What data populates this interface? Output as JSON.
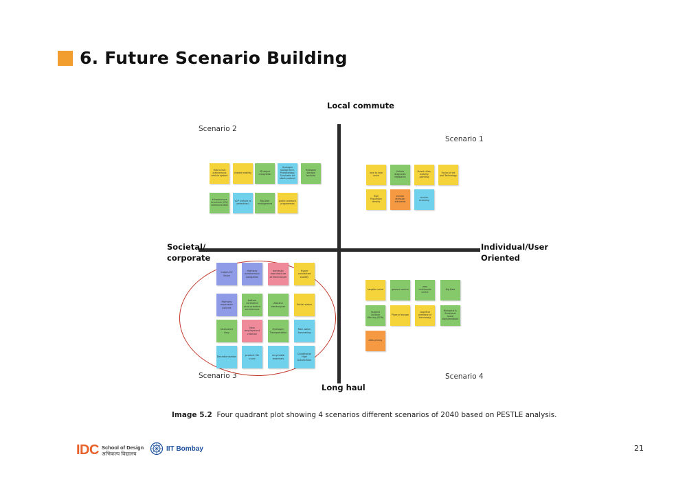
{
  "title": "6. Future Scenario Building",
  "colors": {
    "accent": "#f29e2e",
    "axis": "#2b2b2b",
    "circle": "#c0392b"
  },
  "axes": {
    "top": "Local commute",
    "bottom": "Long haul",
    "left_line1": "Societal/",
    "left_line2": "corporate",
    "right_line1": "Individual/User",
    "right_line2": "Oriented"
  },
  "scenarios": {
    "s1": "Scenario 1",
    "s2": "Scenario 2",
    "s3": "Scenario 3",
    "s4": "Scenario 4"
  },
  "notes": {
    "q2": [
      {
        "text": "Hub to hub autonomous vehicle system",
        "color": "#f5d33a"
      },
      {
        "text": "shared mobility",
        "color": "#f5d33a"
      },
      {
        "text": "3D object recognition",
        "color": "#86c96a"
      },
      {
        "text": "Hydrogen storage tech, Photobiology, Tyre/cabin air stock protocol",
        "color": "#6fd1ec"
      },
      {
        "text": "Hydrogen storage tech/cat",
        "color": "#86c96a"
      },
      {
        "text": "Infrastructure to vehicle (I2V) communication",
        "color": "#86c96a"
      },
      {
        "text": "V2P (vehicle to pedestrian)",
        "color": "#6fd1ec"
      },
      {
        "text": "Big Data management",
        "color": "#86c96a"
      },
      {
        "text": "public outreach programmes",
        "color": "#f5d33a"
      }
    ],
    "q1": [
      {
        "text": "lane to lane route",
        "color": "#f5d33a"
      },
      {
        "text": "Vehicle diagnostic feedbacks",
        "color": "#86c96a"
      },
      {
        "text": "Smart cities, mobility planning",
        "color": "#f5d33a"
      },
      {
        "text": "Fusion of art and Technology",
        "color": "#f5d33a"
      },
      {
        "text": "High Population density",
        "color": "#f5d33a"
      },
      {
        "text": "stricter emission standards",
        "color": "#f59a42"
      },
      {
        "text": "circular economy",
        "color": "#6fd1ec"
      }
    ],
    "q3": [
      {
        "text": "India's EV Vision",
        "color": "#8f9be6"
      },
      {
        "text": "Highway autonomous navigation",
        "color": "#8f9be6"
      },
      {
        "text": "domestic manufacture of Electrolyzer",
        "color": "#ef8a9b"
      },
      {
        "text": "Hyper connected society",
        "color": "#f5d33a"
      },
      {
        "text": "Highway expansion policies",
        "color": "#8f9be6"
      },
      {
        "text": "bottom controlled area oriented architecture",
        "color": "#86c96a"
      },
      {
        "text": "Alkaline electrolyser",
        "color": "#86c96a"
      },
      {
        "text": "Social status",
        "color": "#f5d33a"
      },
      {
        "text": "Dedicated Hwy",
        "color": "#86c96a"
      },
      {
        "text": "New employment creation",
        "color": "#ef8a9b"
      },
      {
        "text": "Hydrogen Transportation",
        "color": "#86c96a"
      },
      {
        "text": "Rain water harvesting",
        "color": "#6fd1ec"
      },
      {
        "text": "Decarbonisation",
        "color": "#6fd1ec"
      },
      {
        "text": "product life cycle",
        "color": "#6fd1ec"
      },
      {
        "text": "recyclable materials",
        "color": "#6fd1ec"
      },
      {
        "text": "Conditional High Automation",
        "color": "#6fd1ec"
      }
    ],
    "q4": [
      {
        "text": "tangible value",
        "color": "#f5d33a"
      },
      {
        "text": "gesture control",
        "color": "#86c96a"
      },
      {
        "text": "zero multimedia centre",
        "color": "#86c96a"
      },
      {
        "text": "Big Data",
        "color": "#86c96a"
      },
      {
        "text": "Forward Collision Warning (FCW)",
        "color": "#86c96a"
      },
      {
        "text": "Place of escape",
        "color": "#f5d33a"
      },
      {
        "text": "Cognitive overdose of technology",
        "color": "#f5d33a"
      },
      {
        "text": "Biological & Emotional social signs/feedback",
        "color": "#86c96a"
      },
      {
        "text": "data privacy",
        "color": "#f59a42"
      }
    ]
  },
  "caption": {
    "bold": "Image 5.2",
    "text": "  Four quadrant plot showing 4 scenarios different scenarios of 2040 based on PESTLE analysis."
  },
  "footer": {
    "idc": "IDC",
    "idc_line1": "School of Design",
    "idc_line2": "अभिकल्प विद्यालय",
    "iit": "IIT Bombay",
    "page": "21"
  }
}
